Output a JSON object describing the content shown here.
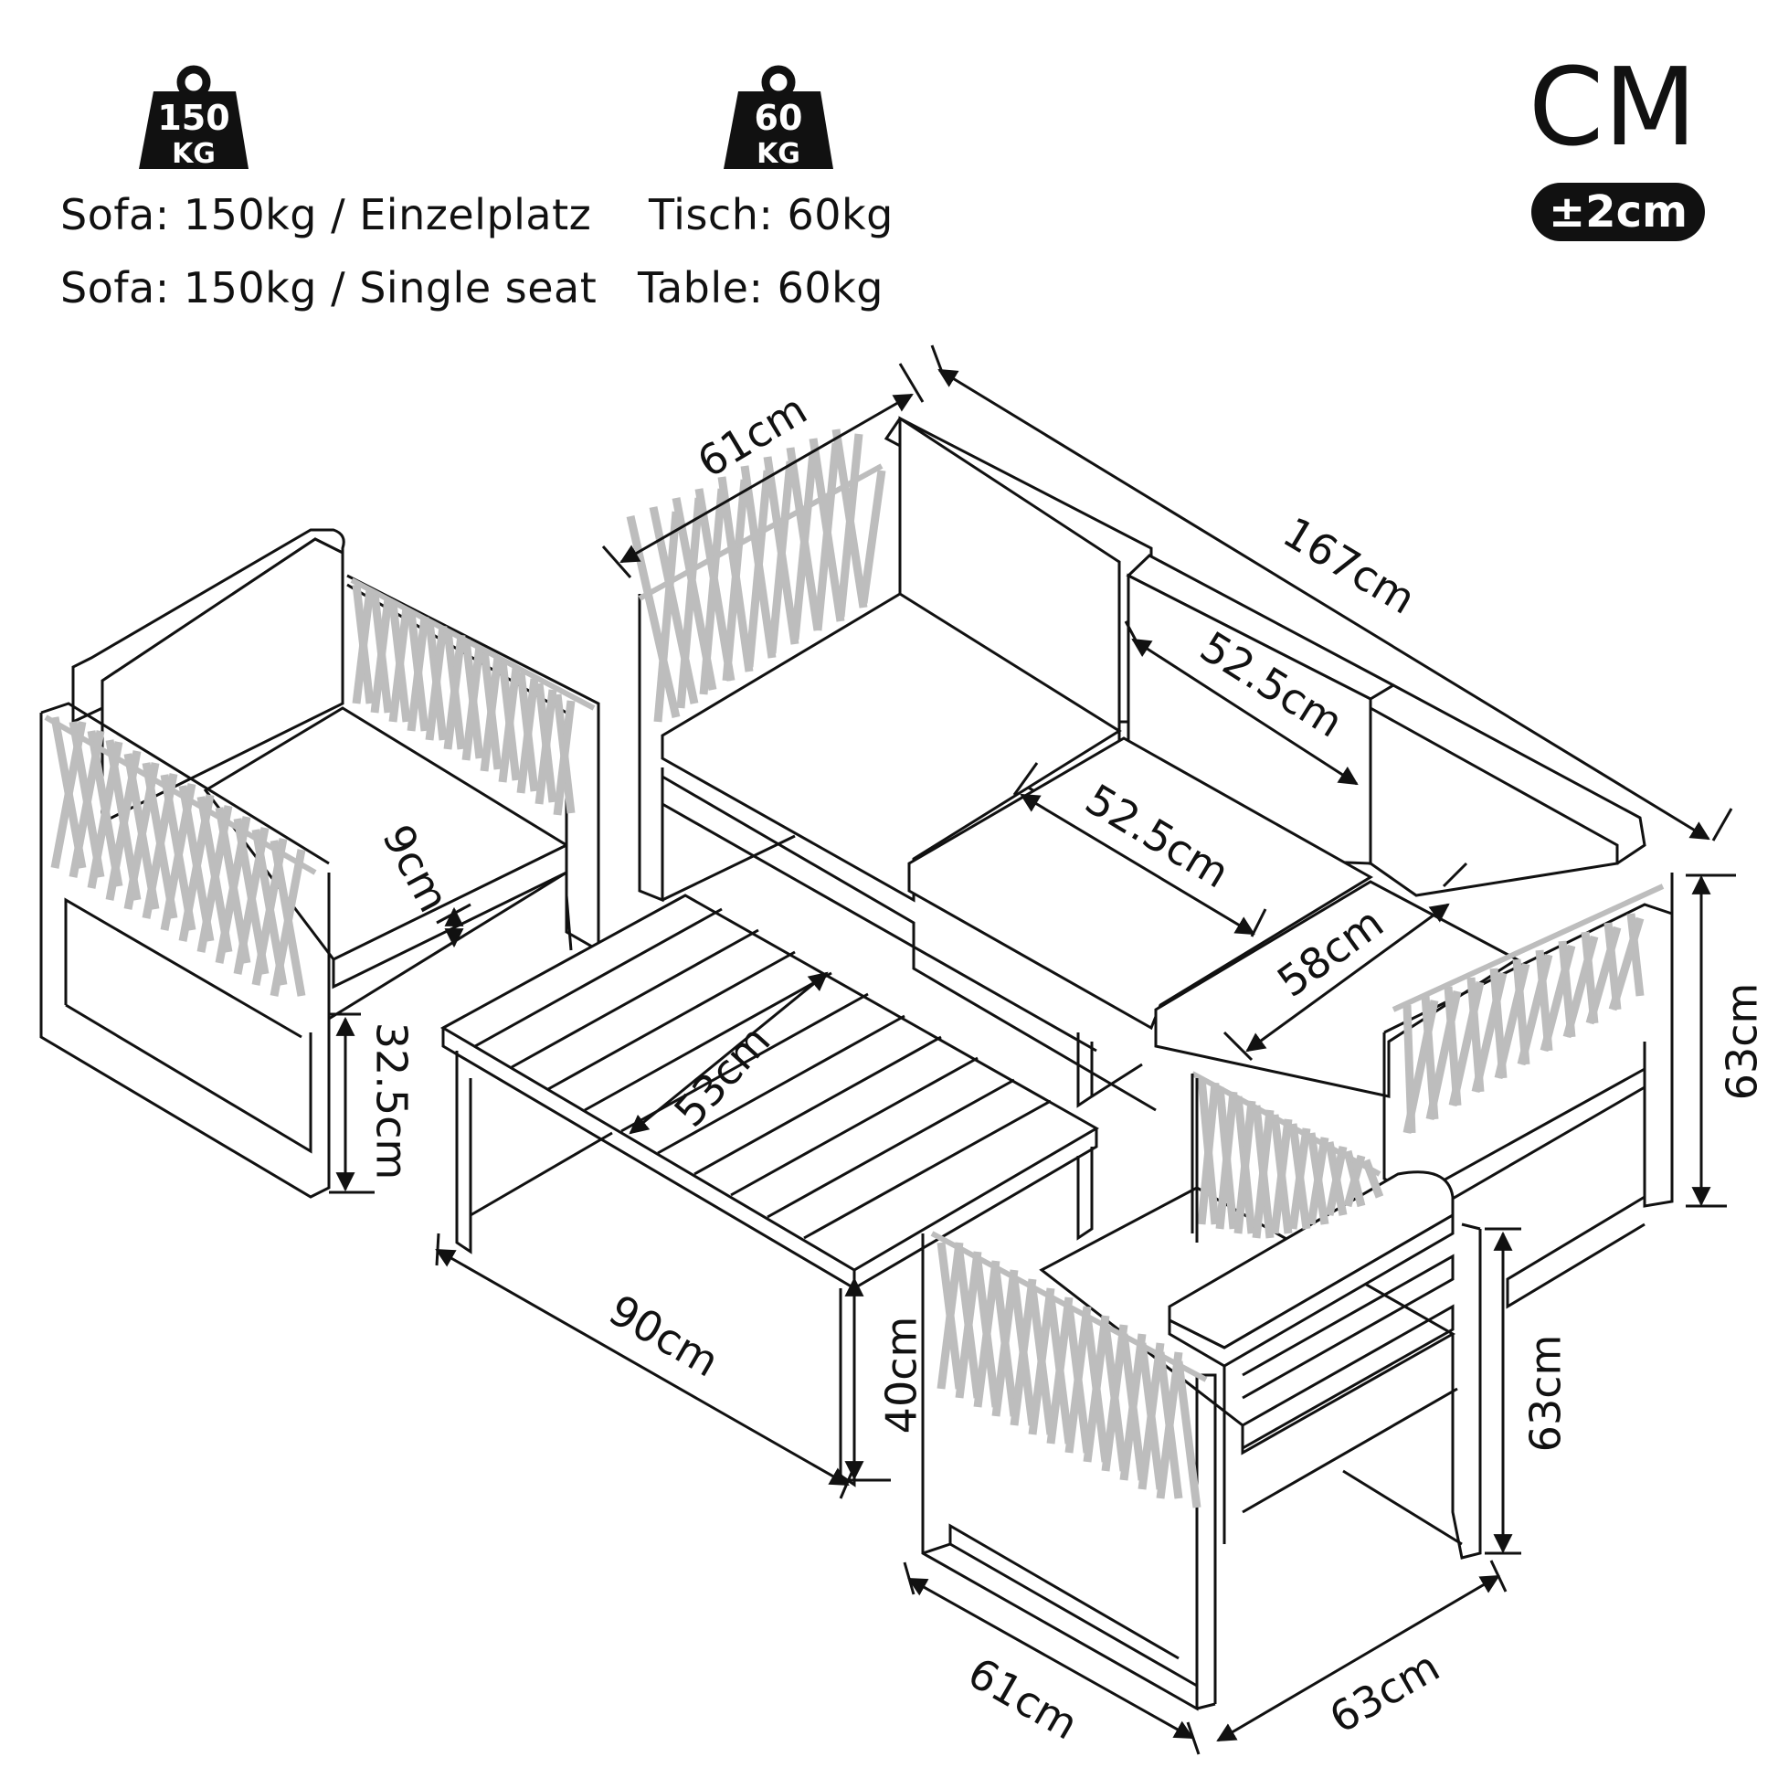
{
  "weights": {
    "sofa_badge": {
      "value": "150",
      "unit": "KG"
    },
    "table_badge": {
      "value": "60",
      "unit": "KG"
    }
  },
  "specs": {
    "sofa_de": "Sofa: 150kg / Einzelplatz",
    "table_de": "Tisch: 60kg",
    "sofa_en": "Sofa: 150kg / Single seat",
    "table_en": "Table: 60kg"
  },
  "units": {
    "label": "CM",
    "tolerance": "±2cm"
  },
  "dimensions": {
    "sofa_depth": "61cm",
    "sofa_length": "167cm",
    "back_cushion_width": "52.5cm",
    "seat_cushion_width": "52.5cm",
    "seat_depth": "58cm",
    "sofa_height": "63cm",
    "cushion_thickness": "9cm",
    "seat_height": "32.5cm",
    "table_width": "53cm",
    "table_length": "90cm",
    "table_height": "40cm",
    "chair_height": "63cm",
    "chair_depth": "61cm",
    "chair_width": "63cm"
  },
  "colors": {
    "line": "#111111",
    "rope": "#bdbdbd",
    "background": "#ffffff"
  }
}
